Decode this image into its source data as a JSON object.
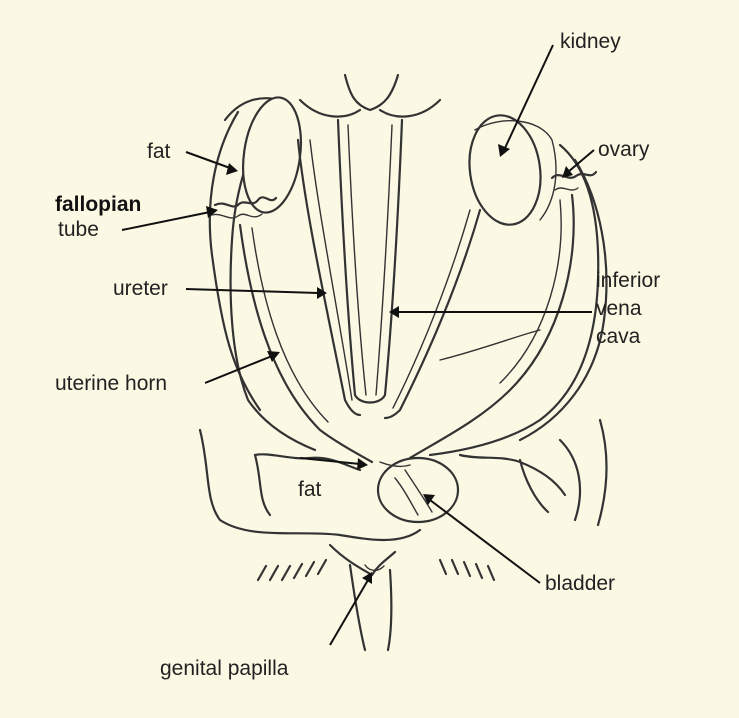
{
  "labels": {
    "kidney": "kidney",
    "fat_upper": "fat",
    "ovary": "ovary",
    "fallopian_line1": "fallopian",
    "fallopian_line2": "tube",
    "ureter": "ureter",
    "vena_line1": "inferior",
    "vena_line2": "vena",
    "vena_line3": "cava",
    "uterine_horn": "uterine horn",
    "fat_lower": "fat",
    "bladder": "bladder",
    "genital_papilla": "genital papilla"
  },
  "colors": {
    "background": "#fbf8e4",
    "ink": "#333333"
  }
}
